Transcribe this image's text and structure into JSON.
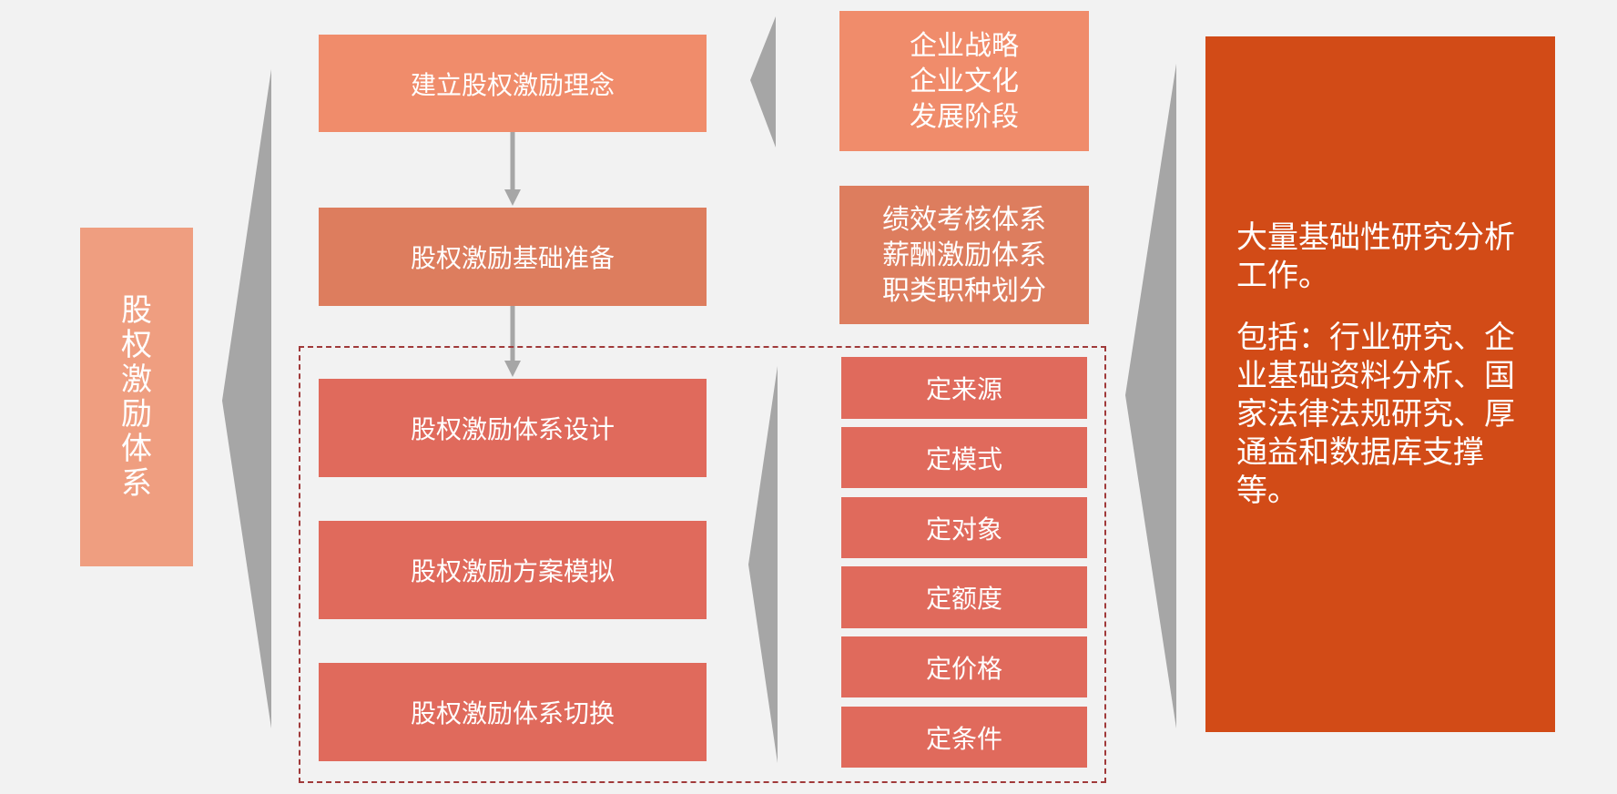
{
  "side_label": "股权激励体系",
  "steps": [
    "建立股权激励理念",
    "股权激励基础准备",
    "股权激励体系设计",
    "股权激励方案模拟",
    "股权激励体系切换"
  ],
  "context_boxes": [
    {
      "lines": [
        "企业战略",
        "企业文化",
        "发展阶段"
      ]
    },
    {
      "lines": [
        "绩效考核体系",
        "薪酬激励体系",
        "职类职种划分"
      ]
    }
  ],
  "design_items": [
    "定来源",
    "定模式",
    "定对象",
    "定额度",
    "定价格",
    "定条件"
  ],
  "info": {
    "paragraph1": "大量基础性研究分析工作。",
    "paragraph2": "包括：行业研究、企业基础资料分析、国家法律法规研究、厚通益和数据库支撑等。"
  },
  "colors": {
    "side": "#ef9e80",
    "step_light": "#f08c6b",
    "step_mid": "#dd7d5e",
    "step_red": "#e06a5c",
    "info": "#d24b17",
    "connector": "#a6a6a6"
  }
}
